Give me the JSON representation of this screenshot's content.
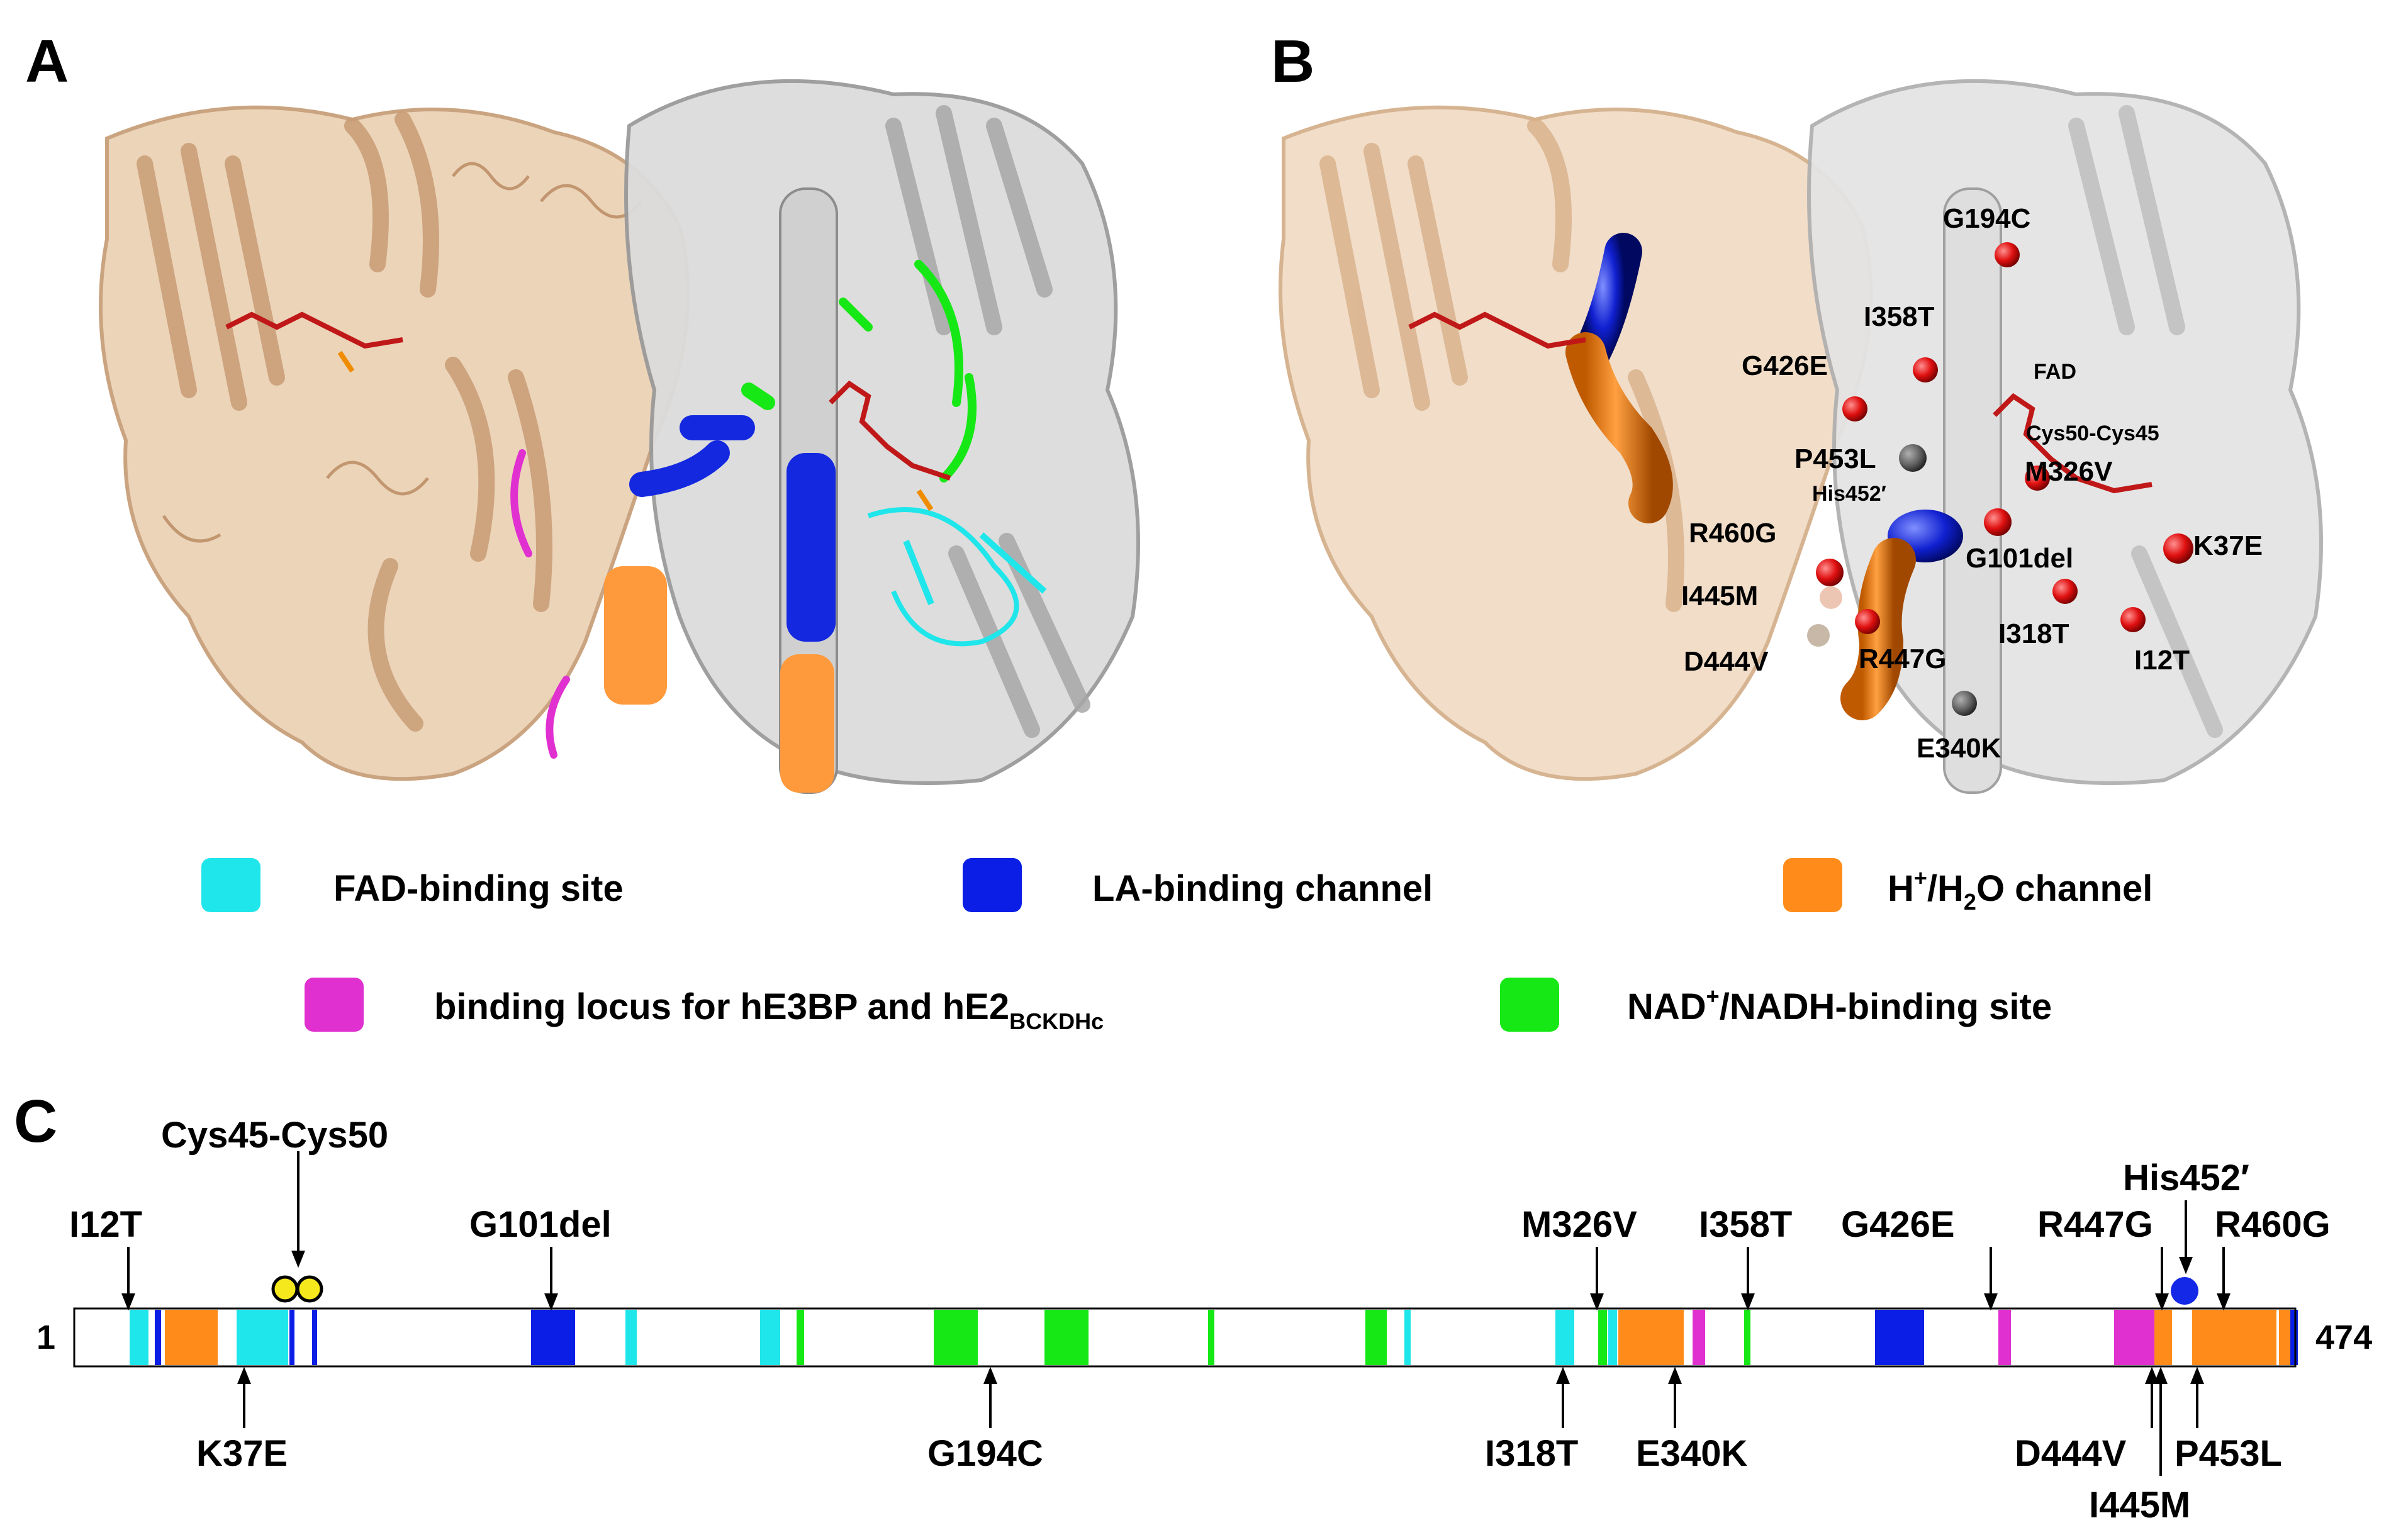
{
  "panels": {
    "a": "A",
    "b": "B",
    "c": "C"
  },
  "colors": {
    "fad": "#1fe6ea",
    "la": "#0a1ee6",
    "proton": "#ff8c1a",
    "hE3BP": "#e030d0",
    "nad": "#16e816",
    "subunit1": "#e8c8a8",
    "subunit2": "#c8c8c8",
    "mutation_sphere": "#e01010"
  },
  "legend": {
    "fad": "FAD-binding site",
    "la": "LA-binding channel",
    "proton_pre": "H",
    "proton_sup1": "+",
    "proton_mid": "/H",
    "proton_sub": "2",
    "proton_post": "O channel",
    "hE3BP_pre": "binding locus for hE3BP and hE2",
    "hE3BP_sub": "BCKDHc",
    "nad_pre": "NAD",
    "nad_sup": "+",
    "nad_post": "/NADH-binding site"
  },
  "panel_b_labels": {
    "G194C": "G194C",
    "I358T": "I358T",
    "G426E": "G426E",
    "FAD": "FAD",
    "Cys50Cys45": "Cys50-Cys45",
    "P453L": "P453L",
    "M326V": "M326V",
    "His452p": "His452′",
    "R460G": "R460G",
    "G101del": "G101del",
    "K37E": "K37E",
    "I445M": "I445M",
    "I318T": "I318T",
    "D444V": "D444V",
    "R447G": "R447G",
    "I12T": "I12T",
    "E340K": "E340K"
  },
  "sequence": {
    "start": "1",
    "end": "474",
    "top_labels": {
      "I12T": "I12T",
      "Cys45Cys50": "Cys45-Cys50",
      "G101del": "G101del",
      "M326V": "M326V",
      "I358T": "I358T",
      "G426E": "G426E",
      "R447G": "R447G",
      "His452p": "His452′",
      "R460G": "R460G"
    },
    "bottom_labels": {
      "K37E": "K37E",
      "G194C": "G194C",
      "I318T": "I318T",
      "E340K": "E340K",
      "D444V": "D444V",
      "I445M": "I445M",
      "P453L": "P453L"
    }
  }
}
